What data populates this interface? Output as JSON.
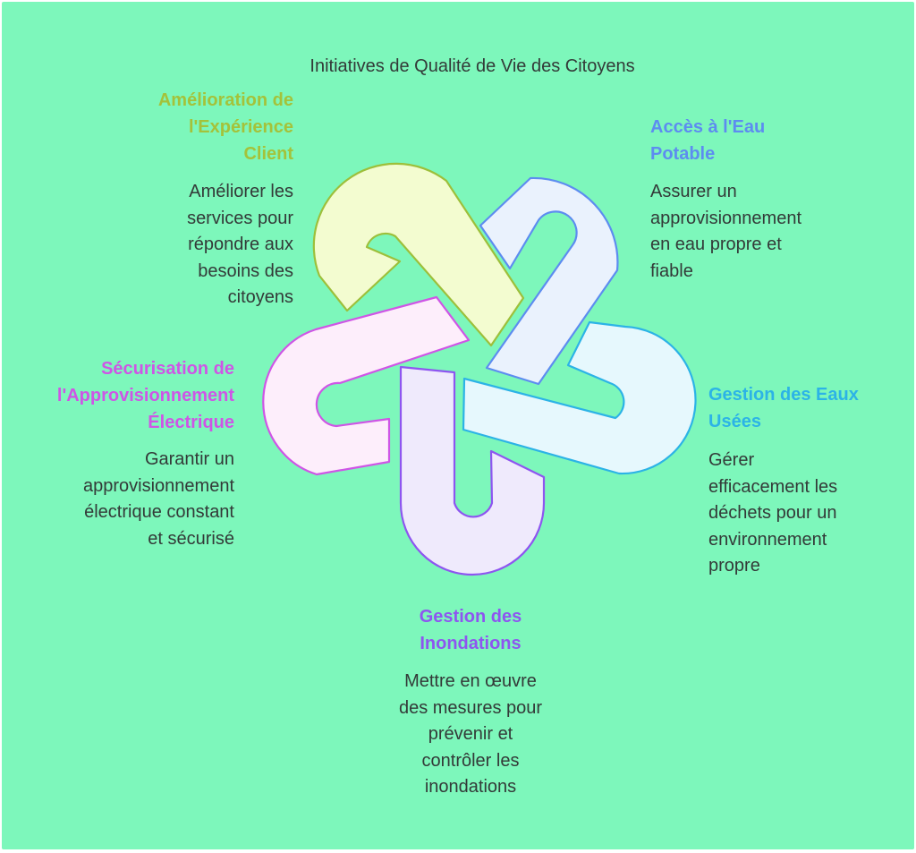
{
  "title": "Initiatives de Qualité de Vie des Citoyens",
  "colors": {
    "background": "#7df7bb",
    "text": "#333a38",
    "customer": "#a4c23a",
    "water": "#5d8cf0",
    "wastewater": "#2cb3e6",
    "flood": "#8e55f0",
    "electric": "#cf55e6"
  },
  "items": [
    {
      "id": "customer",
      "heading": "Amélioration de\nl'Expérience\nClient",
      "description": "Améliorer les\nservices pour\nrépondre aux\nbesoins des\ncitoyens"
    },
    {
      "id": "water",
      "heading": "Accès à l'Eau\nPotable",
      "description": "Assurer un\napprovisionnement\nen eau propre et\nfiable"
    },
    {
      "id": "wastewater",
      "heading": "Gestion des Eaux\nUsées",
      "description": "Gérer\nefficacement les\ndéchets pour un\nenvironnement\npropre"
    },
    {
      "id": "flood",
      "heading": "Gestion des\nInondations",
      "description": "Mettre en œuvre\ndes mesures pour\nprévenir et\ncontrôler les\ninondations"
    },
    {
      "id": "electric",
      "heading": "Sécurisation de\nl'Approvisionnement\nÉlectrique",
      "description": "Garantir un\napprovisionnement\nélectrique constant\net sécurisé"
    }
  ]
}
